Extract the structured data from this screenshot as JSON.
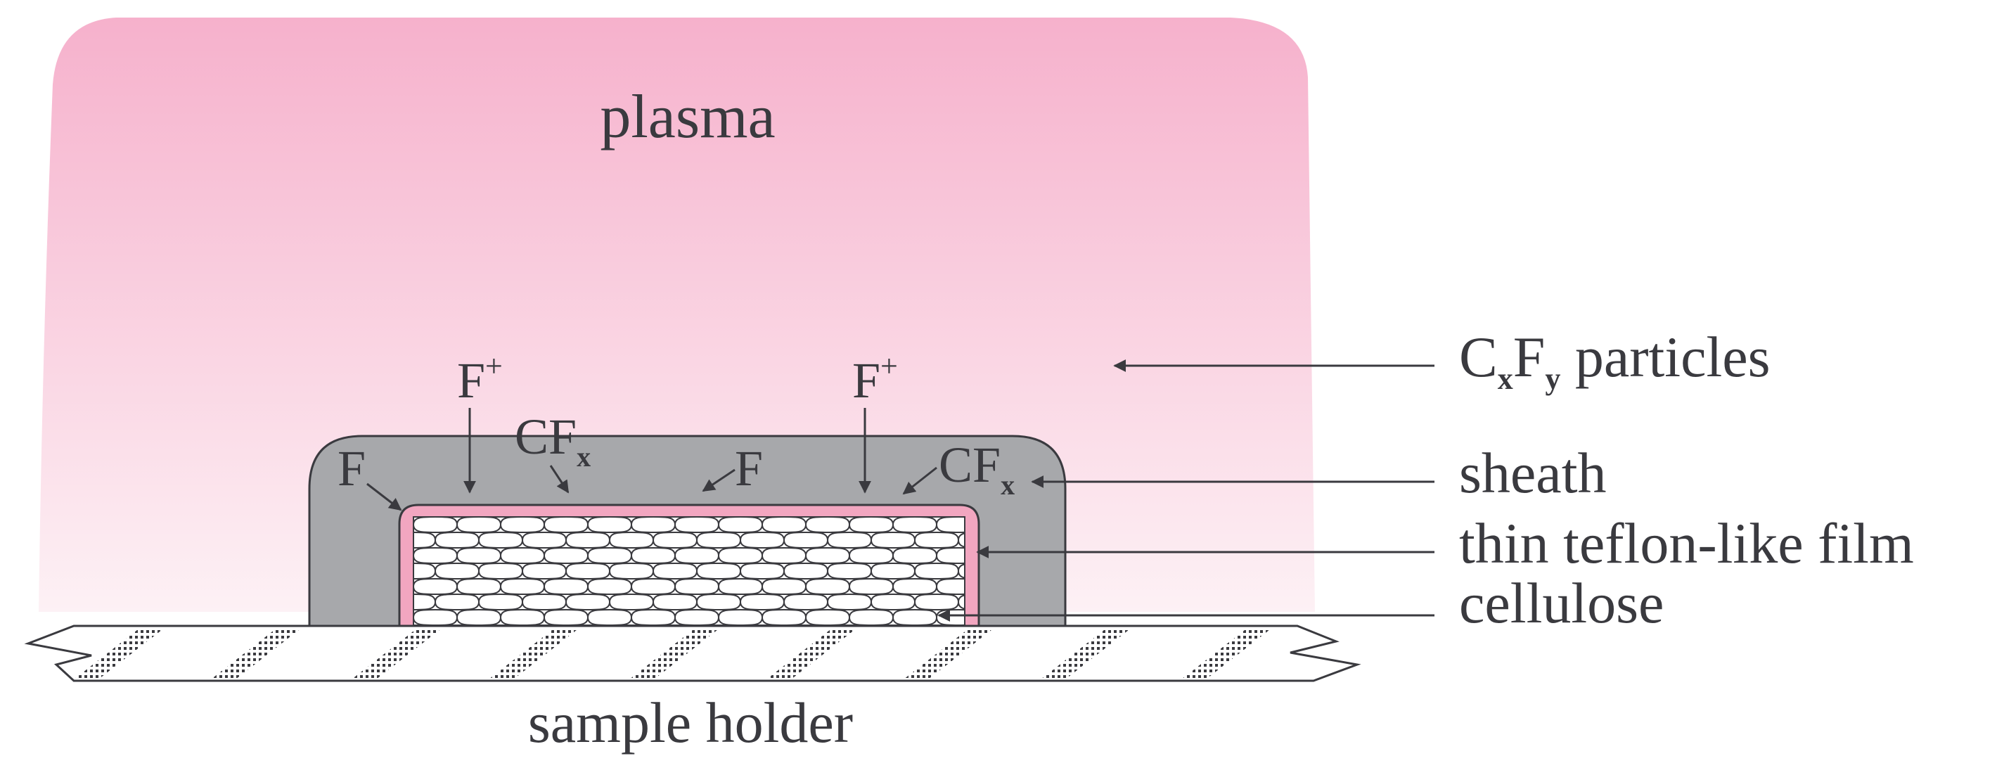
{
  "labels": {
    "plasma": "plasma",
    "sample_holder": "sample holder",
    "particles": {
      "c": "C",
      "x": "x",
      "f": "F",
      "y": "y",
      "rest": " particles"
    },
    "sheath": "sheath",
    "film": "thin teflon-like film",
    "cellulose": "cellulose",
    "f_plus": "F",
    "plus_sign": "+",
    "f": "F",
    "cf": "CF",
    "x_sub": "x"
  },
  "colors": {
    "plasma_top": "#f6b1cc",
    "plasma_bottom": "#fdf1f5",
    "sheath": "#a7a8ab",
    "film": "#f2a6c0",
    "ink": "#3a3a3f",
    "cellulose_fill": "#ffffff"
  }
}
